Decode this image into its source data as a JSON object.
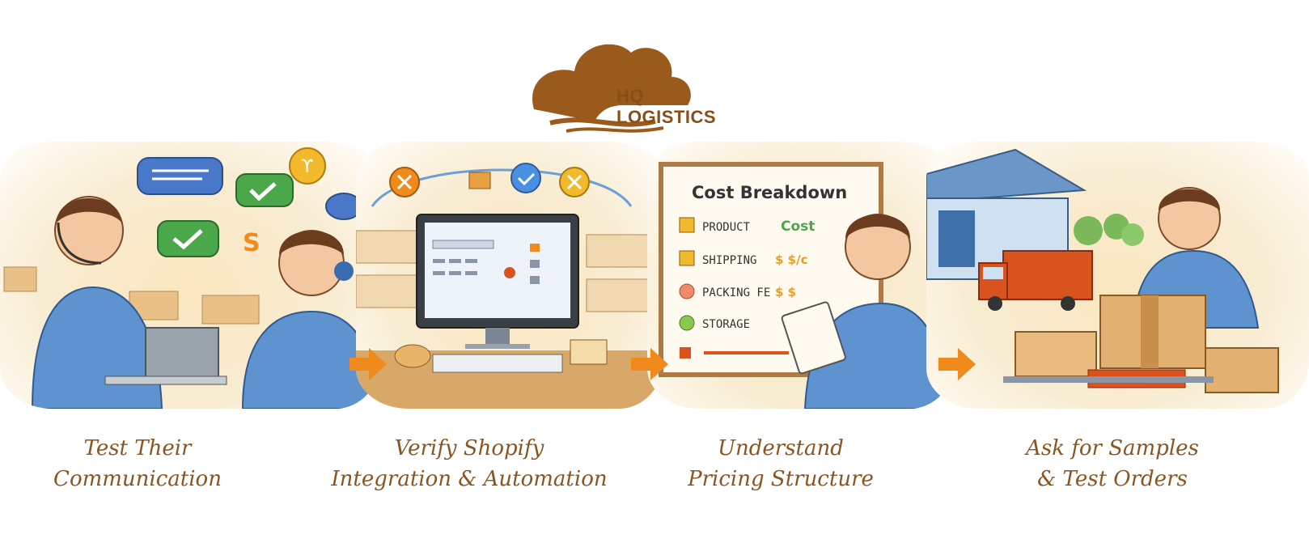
{
  "brand": {
    "name": "HQ LOGISTICS",
    "color": "#8a4e14"
  },
  "steps": [
    {
      "line1": "Test Their",
      "line2": "Communication"
    },
    {
      "line1": "Verify Shopify",
      "line2": "Integration & Automation"
    },
    {
      "line1": "Understand",
      "line2": "Pricing Structure"
    },
    {
      "line1": "Ask for Samples",
      "line2": "& Test Orders"
    }
  ],
  "cost_board": {
    "title": "Cost Breakdown",
    "rows": [
      {
        "label": "PRODUCT",
        "value": "Cost"
      },
      {
        "label": "SHIPPING",
        "value": "$ $/c"
      },
      {
        "label": "PACKING FE",
        "value": "$ $"
      },
      {
        "label": "STORAGE",
        "value": ""
      }
    ]
  },
  "colors": {
    "arrow": "#f08a1c",
    "caption": "#8b5520",
    "shirt": "#5f93cf"
  }
}
